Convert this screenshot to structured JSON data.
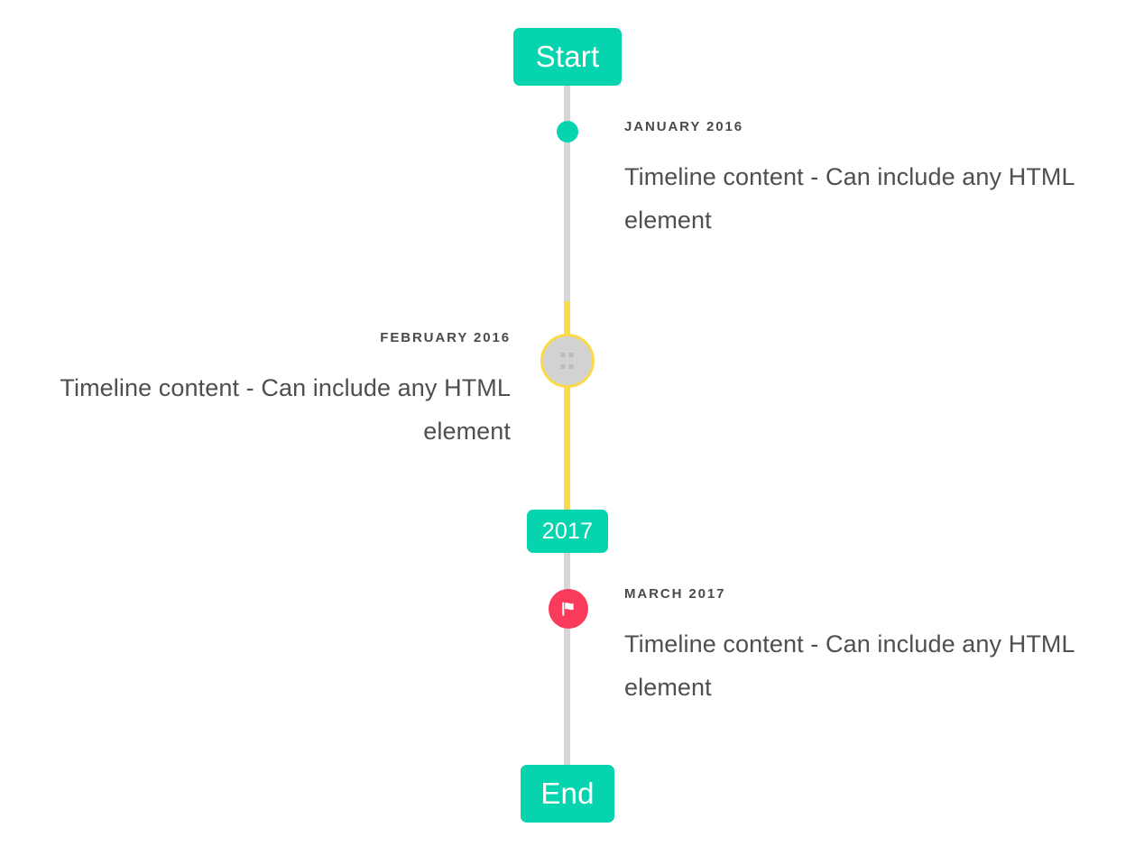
{
  "timeline": {
    "caps": {
      "start": {
        "label": "Start",
        "name": "start-cap-badge"
      },
      "middle": {
        "label": "2017",
        "name": "year-cap-badge-2017"
      },
      "end": {
        "label": "End",
        "name": "end-cap-badge"
      }
    },
    "colors": {
      "accent_teal": "#05D4AE",
      "rail_gray": "#D6D6D6",
      "rail_yellow": "#FADA49",
      "marker_gray": "#D2D2D2",
      "marker_pink": "#FB3B5C",
      "text_primary": "#4F4F4F",
      "text_date": "#4A4A4A",
      "background": "#FFFFFF"
    },
    "entries": [
      {
        "date": "JANUARY 2016",
        "body": "Timeline content - Can include any HTML element",
        "side": "right",
        "marker": "dot-icon",
        "marker_color": "#05D4AE"
      },
      {
        "date": "FEBRUARY 2016",
        "body": "Timeline content - Can include any HTML element",
        "side": "left",
        "marker": "missing-glyph-icon",
        "marker_color": "#D2D2D2",
        "marker_ring_color": "#FADA49",
        "marker_glyph": "⬚"
      },
      {
        "date": "MARCH 2017",
        "body": "Timeline content - Can include any HTML element",
        "side": "right",
        "marker": "flag-icon",
        "marker_color": "#FB3B5C"
      }
    ]
  }
}
